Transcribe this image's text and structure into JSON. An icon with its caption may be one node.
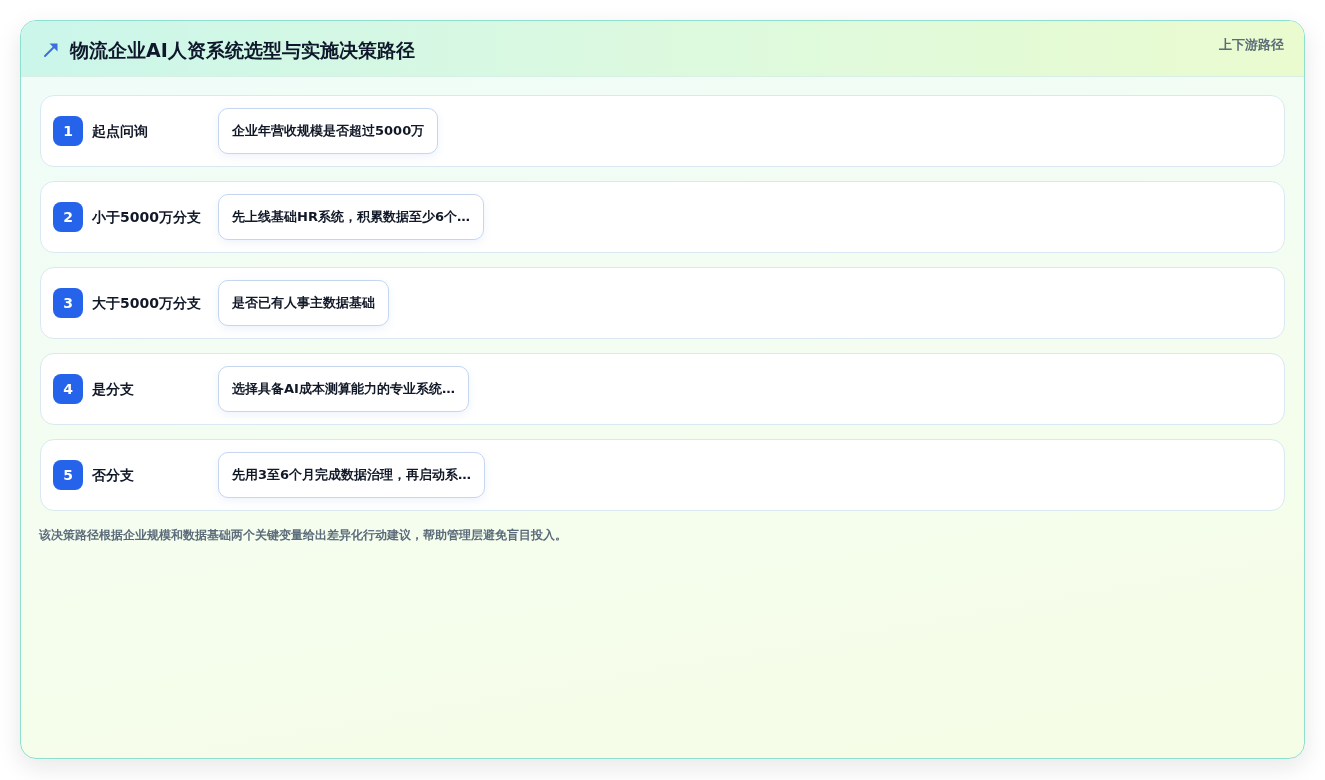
{
  "diagram": {
    "title": "物流企业AI人资系统选型与实施决策路径",
    "nodes": [
      {
        "text": [
          "起点问询"
        ]
      },
      {
        "text": [
          "1"
        ],
        "in": 0
      },
      {
        "text": [
          "企业年营收规模是否超过5000万"
        ],
        "in": 0
      },
      {
        "text": [
          "小于5000万分支"
        ]
      },
      {
        "text": [
          "2"
        ],
        "in": 3
      },
      {
        "text": [
          "先上线基础HR系统，积累数据至少6个…"
        ],
        "in": 3
      },
      {
        "text": [
          "大于5000万分支"
        ]
      },
      {
        "text": [
          "3"
        ],
        "in": 6
      },
      {
        "text": [
          "是否已有人事主数据基础"
        ],
        "in": 6
      },
      {
        "text": [
          "是分支"
        ]
      },
      {
        "text": [
          "4"
        ],
        "in": 9
      },
      {
        "text": [
          "选择具备AI成本测算能力的专业系统…"
        ],
        "in": 9
      },
      {
        "text": [
          "否分支"
        ]
      },
      {
        "text": [
          "5"
        ],
        "in": 12
      },
      {
        "text": [
          "先用3至6个月完成数据治理，再启动系…"
        ],
        "in": 12
      }
    ],
    "labels": [
      "上下游路径"
    ],
    "caption": "该决策路径根据企业规模和数据基础两个关键变量给出差异化行动建议，帮助管理层避免盲目投入。"
  }
}
